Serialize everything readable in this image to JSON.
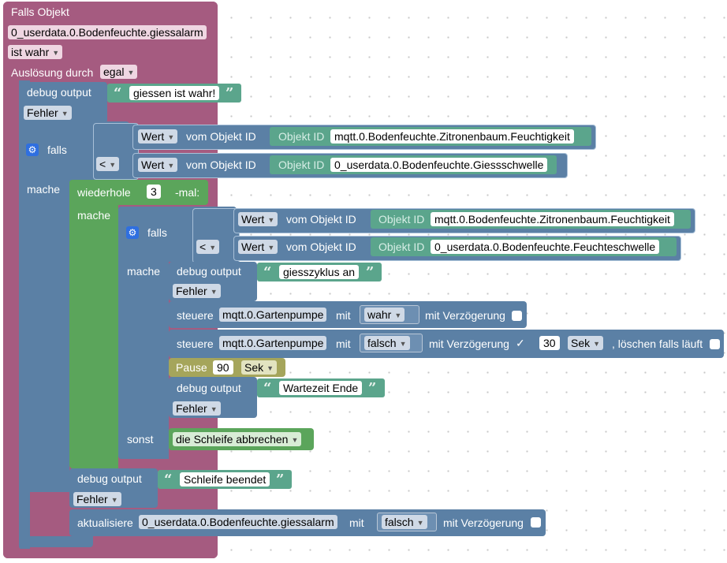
{
  "root": {
    "title": "Falls Objekt",
    "object_id": "0_userdata.0.Bodenfeuchte.giessalarm",
    "condition": "ist wahr",
    "trigger_label": "Auslösung durch",
    "trigger_value": "egal"
  },
  "debug1": {
    "label": "debug output",
    "text": "giessen ist wahr!",
    "level": "Fehler"
  },
  "if1": {
    "label": "falls",
    "do_label": "mache",
    "operator": "<",
    "left": {
      "prop": "Wert",
      "of_label": "vom Objekt ID",
      "id_label": "Objekt ID",
      "id": "mqtt.0.Bodenfeuchte.Zitronenbaum.Feuchtigkeit"
    },
    "right": {
      "prop": "Wert",
      "of_label": "vom Objekt ID",
      "id_label": "Objekt ID",
      "id": "0_userdata.0.Bodenfeuchte.Giessschwelle"
    }
  },
  "loop": {
    "label": "wiederhole",
    "count": "3",
    "suffix": "-mal:",
    "do_label": "mache"
  },
  "if2": {
    "label": "falls",
    "do_label": "mache",
    "else_label": "sonst",
    "operator": "<",
    "left": {
      "prop": "Wert",
      "of_label": "vom Objekt ID",
      "id_label": "Objekt ID",
      "id": "mqtt.0.Bodenfeuchte.Zitronenbaum.Feuchtigkeit"
    },
    "right": {
      "prop": "Wert",
      "of_label": "vom Objekt ID",
      "id_label": "Objekt ID",
      "id": "0_userdata.0.Bodenfeuchte.Feuchteschwelle"
    }
  },
  "debug2": {
    "label": "debug output",
    "text": "giesszyklus an",
    "level": "Fehler"
  },
  "control1": {
    "label": "steuere",
    "object": "mqtt.0.Gartenpumpe",
    "with_label": "mit",
    "value": "wahr",
    "delay_label": "mit Verzögerung"
  },
  "control2": {
    "label": "steuere",
    "object": "mqtt.0.Gartenpumpe",
    "with_label": "mit",
    "value": "falsch",
    "delay_label": "mit Verzögerung",
    "check": "✓",
    "delay": "30",
    "unit": "Sek",
    "clear_label": ", löschen falls läuft"
  },
  "pause": {
    "label": "Pause",
    "value": "90",
    "unit": "Sek"
  },
  "debug3": {
    "label": "debug output",
    "text": "Wartezeit Ende",
    "level": "Fehler"
  },
  "break": {
    "label": "die Schleife abbrechen"
  },
  "debug4": {
    "label": "debug output",
    "text": "Schleife beendet",
    "level": "Fehler"
  },
  "update": {
    "label": "aktualisiere",
    "object": "0_userdata.0.Bodenfeuchte.giessalarm",
    "with_label": "mit",
    "value": "falsch",
    "delay_label": "mit Verzögerung"
  },
  "colors": {
    "trigger": "#a55b80",
    "logic": "#5b80a5",
    "loop": "#5ba55b",
    "timeout": "#a5a55b",
    "text": "#5ba58c"
  }
}
